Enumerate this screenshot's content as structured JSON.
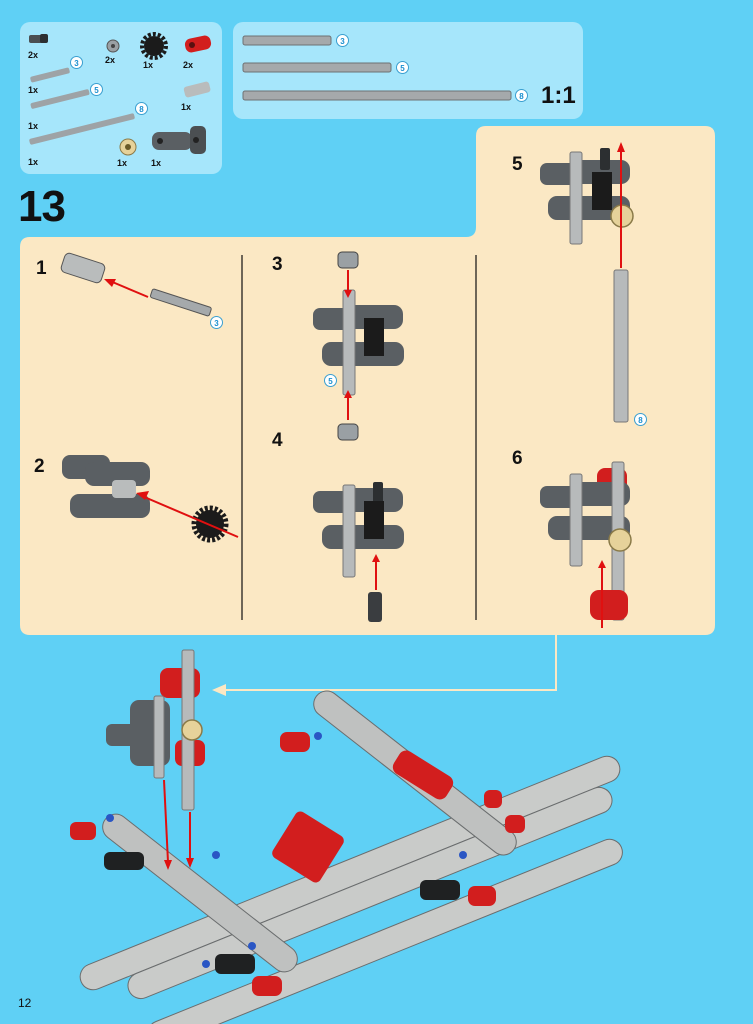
{
  "parts_list": {
    "items": [
      {
        "qty": "2x",
        "icon": "pin-connector-icon"
      },
      {
        "qty": "2x",
        "icon": "bush-icon"
      },
      {
        "qty": "1x",
        "icon": "gear-black-icon"
      },
      {
        "qty": "2x",
        "icon": "red-connector-icon"
      },
      {
        "qty": "1x",
        "icon": "axle-3-icon",
        "length": "3"
      },
      {
        "qty": "1x",
        "icon": "axle-5-icon",
        "length": "5"
      },
      {
        "qty": "1x",
        "icon": "connector-grey-icon"
      },
      {
        "qty": "1x",
        "icon": "axle-8-icon",
        "length": "8"
      },
      {
        "qty": "1x",
        "icon": "gear-tan-icon"
      },
      {
        "qty": "1x",
        "icon": "steering-arm-icon"
      }
    ]
  },
  "axle_scale": {
    "axles": [
      {
        "length": "3"
      },
      {
        "length": "5"
      },
      {
        "length": "8"
      }
    ],
    "scale_label": "1:1"
  },
  "step_number": "13",
  "substeps": [
    {
      "number": "1",
      "badge": "3"
    },
    {
      "number": "2"
    },
    {
      "number": "3",
      "badge": "5"
    },
    {
      "number": "4"
    },
    {
      "number": "5",
      "badge": "8"
    },
    {
      "number": "6"
    }
  ],
  "page_number": "12",
  "colors": {
    "background": "#5fd0f5",
    "panel": "#fbe8c4",
    "parts_panel": "#a6e6fb",
    "arrow": "#e01010",
    "red_part": "#d21e1e",
    "dark_grey": "#5a5f63",
    "light_grey": "#c9cbc9"
  }
}
